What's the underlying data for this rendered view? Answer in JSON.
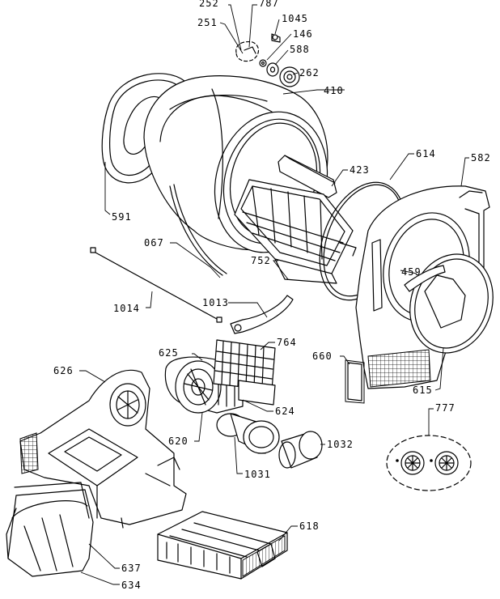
{
  "labels": {
    "p252": "252",
    "p787": "787",
    "p1045": "1045",
    "p251": "251",
    "p146": "146",
    "p588": "588",
    "p262": "262",
    "p410": "410",
    "p614": "614",
    "p582": "582",
    "p423": "423",
    "p591": "591",
    "p067": "067",
    "p752": "752",
    "p459": "459",
    "p1014": "1014",
    "p1013": "1013",
    "p625": "625",
    "p764": "764",
    "p660": "660",
    "p626": "626",
    "p615": "615",
    "p624": "624",
    "p777": "777",
    "p620": "620",
    "p1032": "1032",
    "p1031": "1031",
    "p618": "618",
    "p637": "637",
    "p634": "634"
  }
}
